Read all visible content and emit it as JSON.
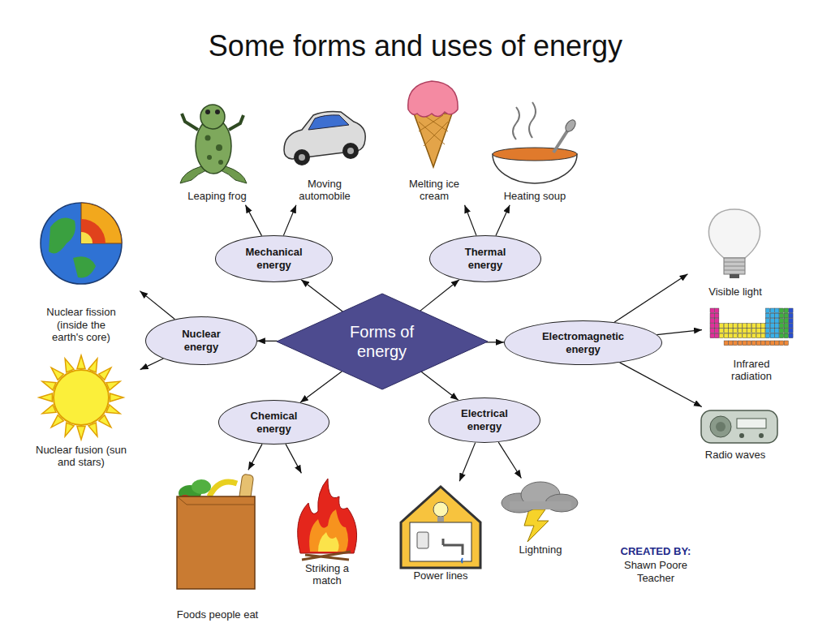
{
  "diagram": {
    "title": "Some forms and uses of energy",
    "nodes": [
      {
        "text": [
          "Forms of energy"
        ]
      },
      {
        "text": [
          "Mechanical energy"
        ]
      },
      {
        "text": [
          "Thermal energy"
        ]
      },
      {
        "text": [
          "Nuclear energy"
        ]
      },
      {
        "text": [
          "Electromagnetic energy"
        ]
      },
      {
        "text": [
          "Chemical energy"
        ]
      },
      {
        "text": [
          "Electrical energy"
        ]
      },
      {
        "text": [
          "Leaping frog"
        ]
      },
      {
        "text": [
          "Moving automobile"
        ]
      },
      {
        "text": [
          "Melting ice cream"
        ]
      },
      {
        "text": [
          "Heating soup"
        ]
      },
      {
        "text": [
          "Nuclear fission (inside the earth's core)"
        ]
      },
      {
        "text": [
          "Nuclear fusion (sun and stars)"
        ]
      },
      {
        "text": [
          "Visible light"
        ]
      },
      {
        "text": [
          "Infrared radiation"
        ]
      },
      {
        "text": [
          "Radio waves"
        ]
      },
      {
        "text": [
          "Foods people eat"
        ]
      },
      {
        "text": [
          "Striking a match"
        ]
      },
      {
        "text": [
          "Power lines"
        ]
      },
      {
        "text": [
          "Lightning"
        ]
      }
    ],
    "edges": [
      {
        "from": 0,
        "to": 1,
        "arrow": "to"
      },
      {
        "from": 0,
        "to": 2,
        "arrow": "to"
      },
      {
        "from": 0,
        "to": 3,
        "arrow": "to"
      },
      {
        "from": 0,
        "to": 4,
        "arrow": "to"
      },
      {
        "from": 0,
        "to": 5,
        "arrow": "to"
      },
      {
        "from": 0,
        "to": 6,
        "arrow": "to"
      },
      {
        "from": 1,
        "to": 7,
        "arrow": "to"
      },
      {
        "from": 1,
        "to": 8,
        "arrow": "to"
      },
      {
        "from": 2,
        "to": 9,
        "arrow": "to"
      },
      {
        "from": 2,
        "to": 10,
        "arrow": "to"
      },
      {
        "from": 3,
        "to": 11,
        "arrow": "to"
      },
      {
        "from": 3,
        "to": 12,
        "arrow": "to"
      },
      {
        "from": 4,
        "to": 13,
        "arrow": "to"
      },
      {
        "from": 4,
        "to": 14,
        "arrow": "to"
      },
      {
        "from": 4,
        "to": 15,
        "arrow": "to"
      },
      {
        "from": 5,
        "to": 16,
        "arrow": "to"
      },
      {
        "from": 5,
        "to": 17,
        "arrow": "to"
      },
      {
        "from": 6,
        "to": 18,
        "arrow": "to"
      },
      {
        "from": 6,
        "to": 19,
        "arrow": "to"
      }
    ],
    "labels": [
      "CREATED BY:",
      "Shawn Poore Teacher"
    ]
  }
}
